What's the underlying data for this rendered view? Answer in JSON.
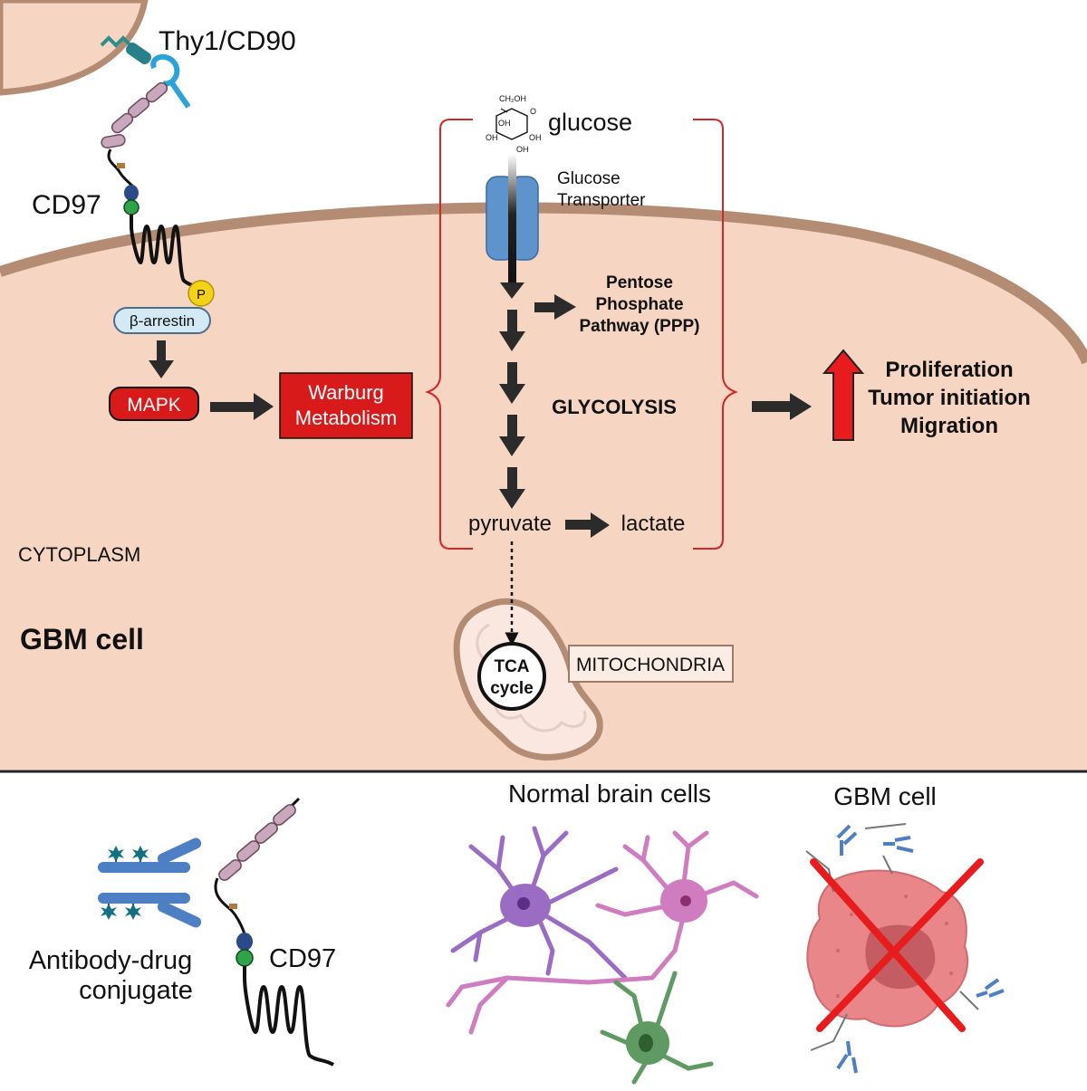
{
  "labels": {
    "thy1": "Thy1/CD90",
    "cd97_top": "CD97",
    "phospho": "P",
    "arrestin": "β-arrestin",
    "mapk": "MAPK",
    "warburg_line1": "Warburg",
    "warburg_line2": "Metabolism",
    "glucose": "glucose",
    "transporter_line1": "Glucose",
    "transporter_line2": "Transporter",
    "ppp_line1": "Pentose",
    "ppp_line2": "Phosphate",
    "ppp_line3": "Pathway (PPP)",
    "glycolysis": "GLYCOLYSIS",
    "pyruvate": "pyruvate",
    "lactate": "lactate",
    "outcome_line1": "Proliferation",
    "outcome_line2": "Tumor initiation",
    "outcome_line3": "Migration",
    "cytoplasm": "CYTOPLASM",
    "gbm_cell_top": "GBM cell",
    "tca_line1": "TCA",
    "tca_line2": "cycle",
    "mitochondria": "MITOCHONDRIA",
    "normal_cells": "Normal brain cells",
    "gbm_cell_bottom": "GBM cell",
    "adc_line1": "Antibody-drug",
    "adc_line2": "conjugate",
    "cd97_bottom": "CD97",
    "glucose_struct": {
      "ch2oh": "CH₂OH",
      "o": "O",
      "oh1": "OH",
      "oh2": "OH",
      "oh3": "OH",
      "oh4": "OH"
    }
  },
  "colors": {
    "cell_fill": "#f6d5c3",
    "membrane": "#b48b73",
    "warburg_red": "#d91a1a",
    "bracket_red": "#d32626",
    "arrow_dark": "#2b2b2b",
    "transporter_blue": "#5f93cc",
    "antibody_blue": "#4c7fc4",
    "neuron_purple": "#9b6cc4",
    "neuron_pink": "#d07cc0",
    "neuron_green": "#5f9a62",
    "gbm_pink": "#e8868a"
  }
}
